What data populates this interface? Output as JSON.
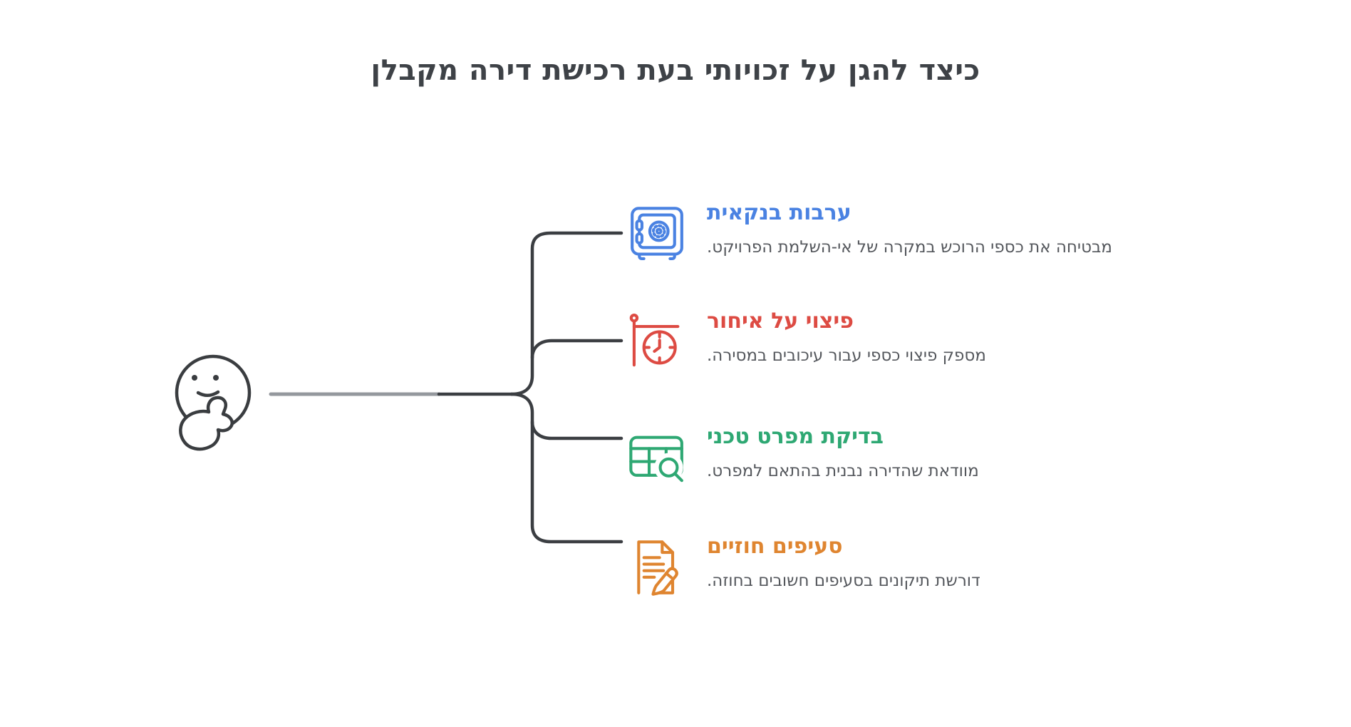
{
  "title": "כיצד להגן על זכויותי בעת רכישת דירה מקבלן",
  "language_direction": "rtl",
  "colors": {
    "title_text": "#3e4247",
    "description_text": "#54575c",
    "connector_dark": "#3b3e42",
    "connector_stem_gray": "#94989d",
    "background": "#ffffff"
  },
  "root_icon": "thinking-face-icon",
  "branches": [
    {
      "label": "ערבות בנקאית",
      "description": "מבטיחה את כספי הרוכש במקרה של אי-השלמת הפרויקט.",
      "color": "#4a82e2",
      "icon": "safe-icon"
    },
    {
      "label": "פיצוי על איחור",
      "description": "מספק פיצוי כספי עבור עיכובים במסירה.",
      "color": "#dd4b43",
      "icon": "hanging-clock-icon"
    },
    {
      "label": "בדיקת מפרט טכני",
      "description": "מוודאת שהדירה נבנית בהתאם למפרט.",
      "color": "#2ea873",
      "icon": "spec-table-magnifier-icon"
    },
    {
      "label": "סעיפים חוזיים",
      "description": "דורשת תיקונים בסעיפים חשובים בחוזה.",
      "color": "#df8530",
      "icon": "contract-pencil-icon"
    }
  ]
}
